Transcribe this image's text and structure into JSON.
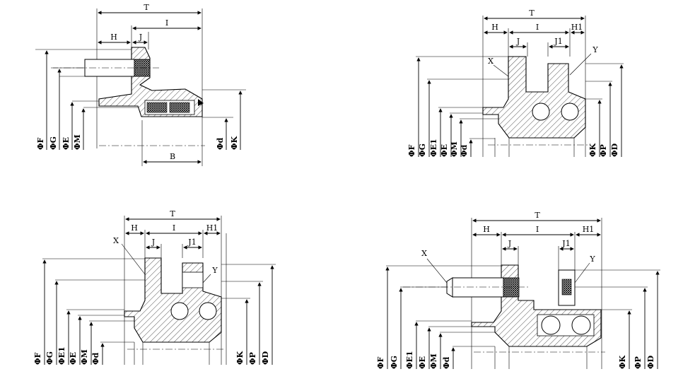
{
  "diagrams": [
    {
      "dims_top": [
        "T",
        "I",
        "H",
        "J"
      ],
      "dims_bottom": [
        "B"
      ],
      "dims_left": [
        "ΦF",
        "ΦG",
        "ΦE",
        "ΦM"
      ],
      "dims_right": [
        "Φd",
        "ΦK"
      ],
      "callouts": []
    },
    {
      "dims_top": [
        "T",
        "H",
        "I",
        "H1",
        "J",
        "J1"
      ],
      "dims_bottom": [],
      "dims_left": [
        "ΦF",
        "ΦG",
        "ΦE1",
        "ΦE",
        "ΦM",
        "Φd"
      ],
      "dims_right": [
        "ΦK",
        "ΦP",
        "ΦD"
      ],
      "callouts": [
        "X",
        "Y"
      ]
    },
    {
      "dims_top": [
        "T",
        "H",
        "I",
        "H1",
        "J",
        "J1"
      ],
      "dims_bottom": [],
      "dims_left": [
        "ΦF",
        "ΦG",
        "ΦE1",
        "ΦE",
        "ΦM",
        "Φd"
      ],
      "dims_right": [
        "ΦK",
        "ΦP",
        "ΦD"
      ],
      "callouts": [
        "X",
        "Y"
      ]
    },
    {
      "dims_top": [
        "T",
        "H",
        "I",
        "H1",
        "J",
        "J1"
      ],
      "dims_bottom": [],
      "dims_left": [
        "ΦF",
        "ΦG",
        "ΦE1",
        "ΦE",
        "ΦM",
        "Φd"
      ],
      "dims_right": [
        "ΦK",
        "ΦP",
        "ΦD"
      ],
      "callouts": [
        "X",
        "Y"
      ]
    }
  ]
}
